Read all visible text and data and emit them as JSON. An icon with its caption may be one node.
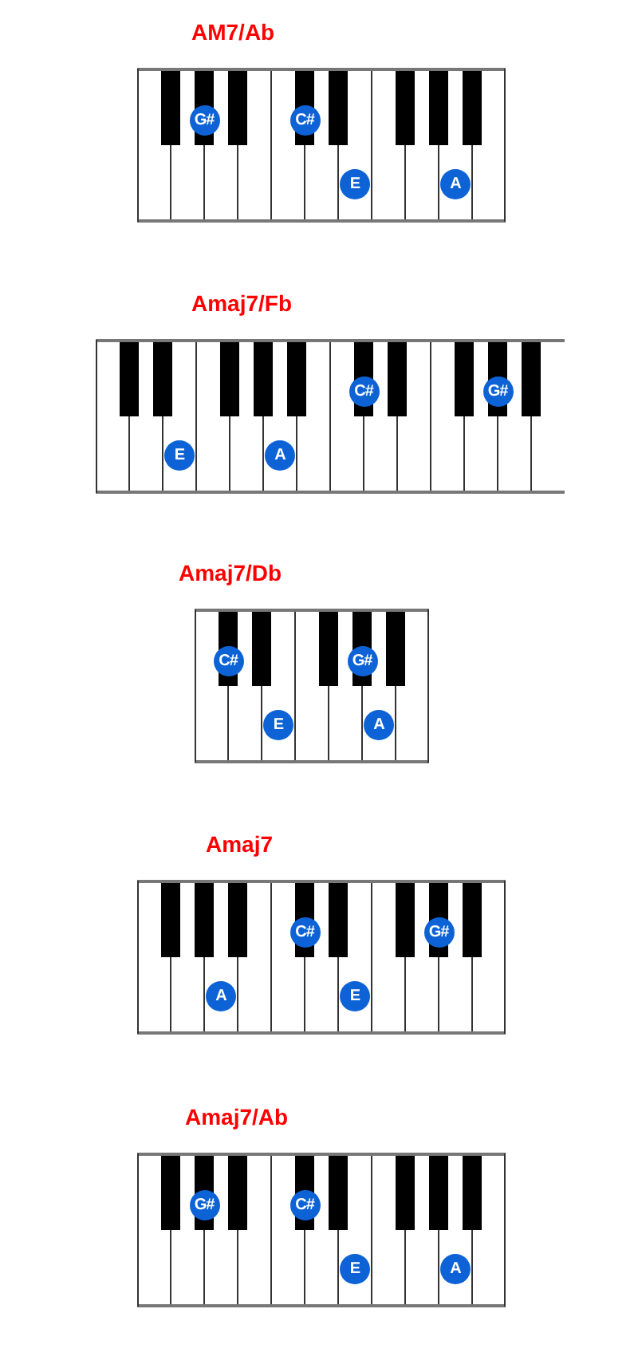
{
  "diagram": {
    "nodes": [
      {
        "text": [
          "AM7/Ab"
        ]
      },
      {
        "text": [
          "G#"
        ],
        "in": 0
      },
      {
        "text": [
          "C#"
        ],
        "in": 0
      },
      {
        "text": [
          "E"
        ],
        "in": 0
      },
      {
        "text": [
          "A"
        ],
        "in": 0
      },
      {
        "text": [
          "Amaj7/Fb"
        ]
      },
      {
        "text": [
          "E"
        ],
        "in": 5
      },
      {
        "text": [
          "A"
        ],
        "in": 5
      },
      {
        "text": [
          "C#"
        ],
        "in": 5
      },
      {
        "text": [
          "G#"
        ],
        "in": 5
      },
      {
        "text": [
          "Amaj7/Db"
        ]
      },
      {
        "text": [
          "C#"
        ],
        "in": 10
      },
      {
        "text": [
          "E"
        ],
        "in": 10
      },
      {
        "text": [
          "G#"
        ],
        "in": 10
      },
      {
        "text": [
          "A"
        ],
        "in": 10
      },
      {
        "text": [
          "Amaj7"
        ]
      },
      {
        "text": [
          "A"
        ],
        "in": 15
      },
      {
        "text": [
          "C#"
        ],
        "in": 15
      },
      {
        "text": [
          "E"
        ],
        "in": 15
      },
      {
        "text": [
          "G#"
        ],
        "in": 15
      },
      {
        "text": [
          "Amaj7/Ab"
        ]
      },
      {
        "text": [
          "G#"
        ],
        "in": 20
      },
      {
        "text": [
          "C#"
        ],
        "in": 20
      },
      {
        "text": [
          "E"
        ],
        "in": 20
      },
      {
        "text": [
          "A"
        ],
        "in": 20
      }
    ]
  }
}
